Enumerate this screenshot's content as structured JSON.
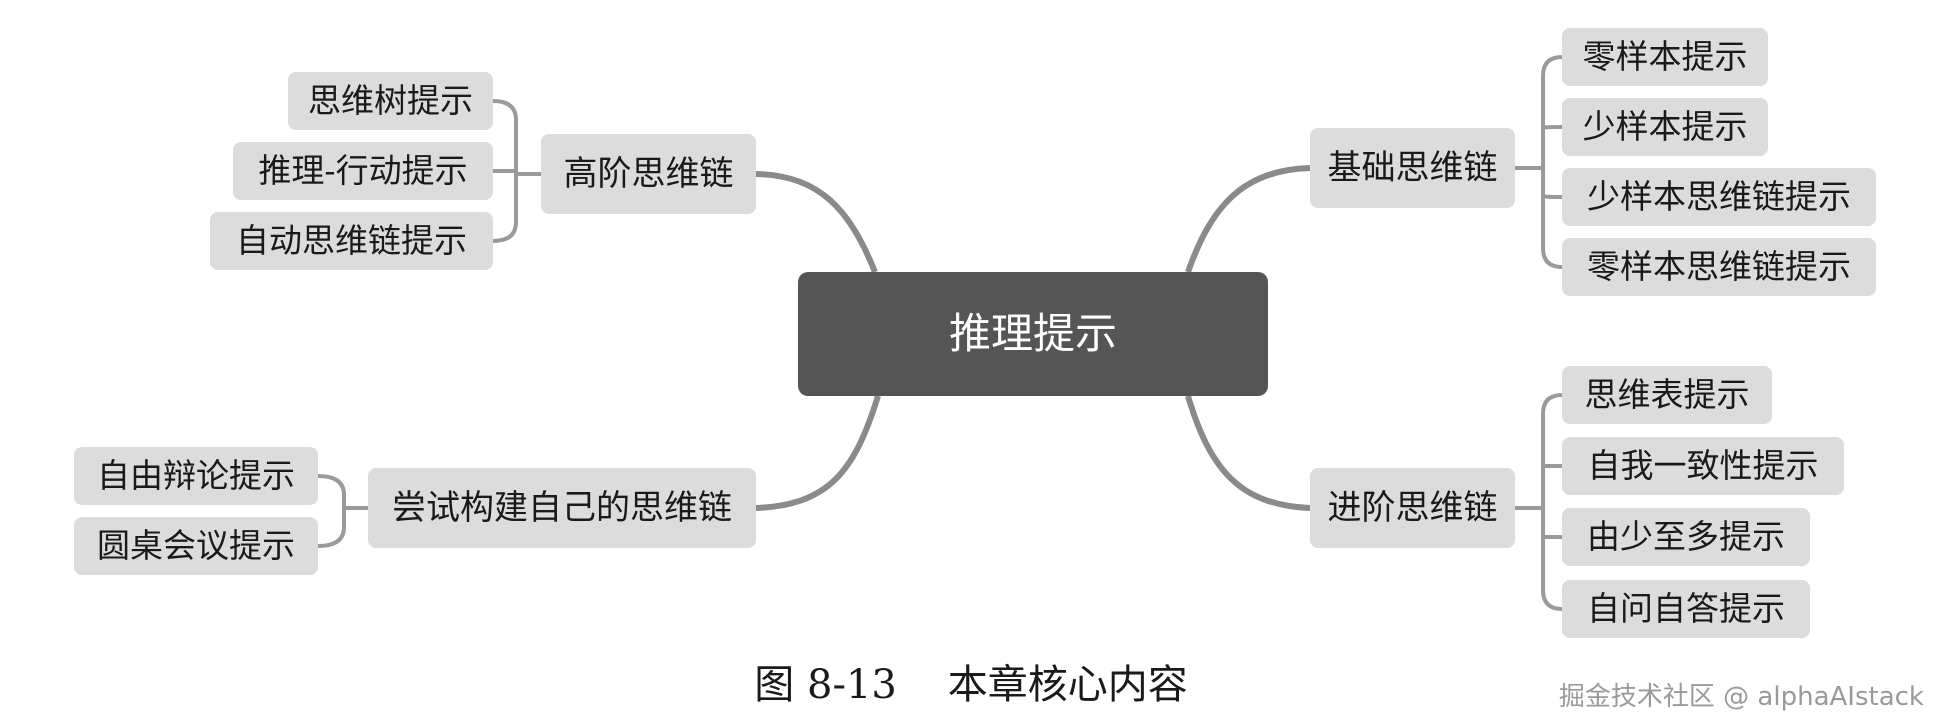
{
  "root": {
    "label": "推理提示"
  },
  "branches": {
    "basic": {
      "label": "基础思维链",
      "items": [
        "零样本提示",
        "少样本提示",
        "少样本思维链提示",
        "零样本思维链提示"
      ]
    },
    "advanced": {
      "label": "进阶思维链",
      "items": [
        "思维表提示",
        "自我一致性提示",
        "由少至多提示",
        "自问自答提示"
      ]
    },
    "higher": {
      "label": "高阶思维链",
      "items": [
        "思维树提示",
        "推理-行动提示",
        "自动思维链提示"
      ]
    },
    "build": {
      "label": "尝试构建自己的思维链",
      "items": [
        "自由辩论提示",
        "圆桌会议提示"
      ]
    }
  },
  "caption": {
    "figure": "图 8-13",
    "title": "本章核心内容"
  },
  "watermark": "掘金技术社区 @ alphaAIstack",
  "colors": {
    "root_fill": "#555555",
    "node_fill": "#dcdcdc",
    "branch_line": "#8a8a8a",
    "leaf_line": "#9a9a9a"
  }
}
